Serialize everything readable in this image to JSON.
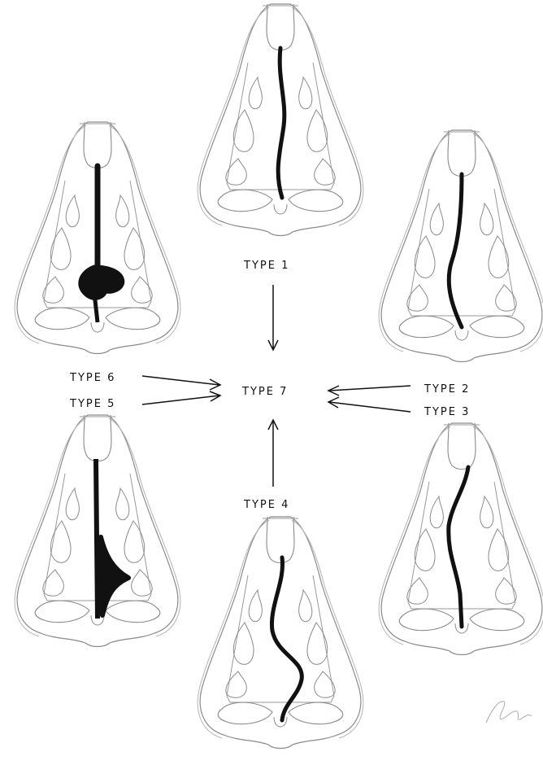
{
  "diagram": {
    "labels": {
      "type1": "TYPE 1",
      "type2": "TYPE 2",
      "type3": "TYPE 3",
      "type4": "TYPE 4",
      "type5": "TYPE 5",
      "type6": "TYPE 6",
      "type7": "TYPE 7"
    },
    "arrows": [
      {
        "from": "type1",
        "to": "type7"
      },
      {
        "from": "type2",
        "to": "type7"
      },
      {
        "from": "type3",
        "to": "type7"
      },
      {
        "from": "type4",
        "to": "type7"
      },
      {
        "from": "type5",
        "to": "type7"
      },
      {
        "from": "type6",
        "to": "type7"
      }
    ]
  },
  "colors": {
    "ink": "#111111",
    "pencil": "#8a8a8a",
    "background": "#ffffff"
  }
}
